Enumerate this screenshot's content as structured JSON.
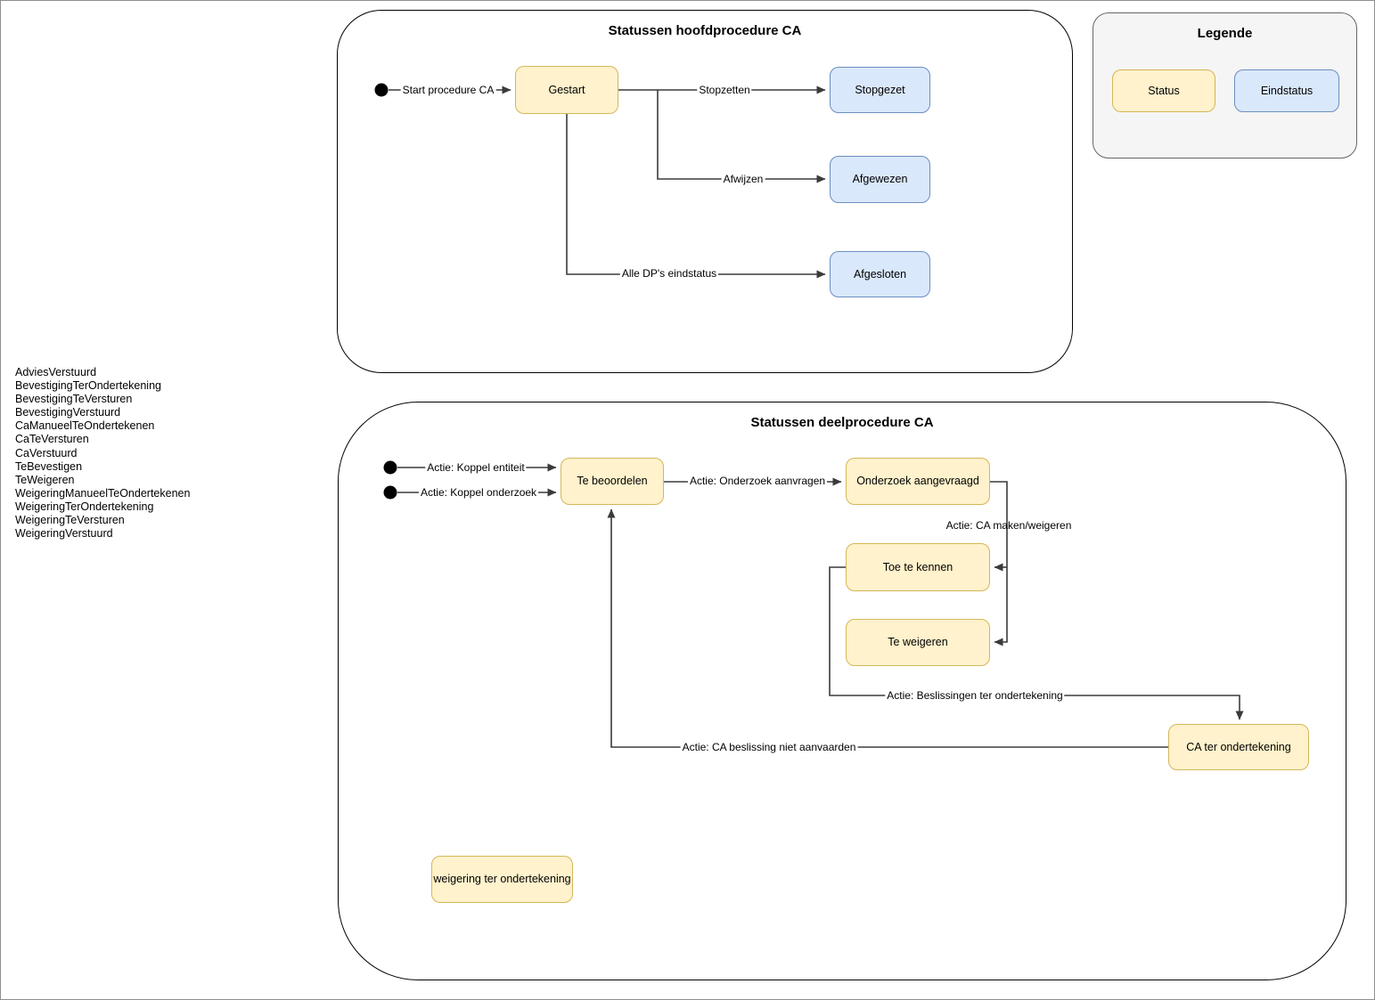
{
  "colors": {
    "status_fill": "#FFF2CC",
    "status_border": "#D6B656",
    "eindstatus_fill": "#DAE8FC",
    "eindstatus_border": "#6C8EBF",
    "legend_background": "#F5F5F5",
    "edge_color": "#3B3B3B"
  },
  "status_list": {
    "items": [
      "AdviesVerstuurd",
      "BevestigingTerOndertekening",
      "BevestigingTeVersturen",
      "BevestigingVerstuurd",
      "CaManueelTeOndertekenen",
      "CaTeVersturen",
      "CaVerstuurd",
      "TeBevestigen",
      "TeWeigeren",
      "WeigeringManueelTeOndertekenen",
      "WeigeringTerOndertekening",
      "WeigeringTeVersturen",
      "WeigeringVerstuurd"
    ]
  },
  "main_diagram": {
    "title": "Statussen hoofdprocedure CA",
    "nodes": [
      {
        "label": "Gestart",
        "type": "status"
      },
      {
        "label": "Stopgezet",
        "type": "eindstatus"
      },
      {
        "label": "Afgewezen",
        "type": "eindstatus"
      },
      {
        "label": "Afgesloten",
        "type": "eindstatus"
      }
    ],
    "edges": [
      {
        "label": "Start procedure CA"
      },
      {
        "label": "Stopzetten"
      },
      {
        "label": "Afwijzen"
      },
      {
        "label": "Alle DP's eindstatus"
      }
    ]
  },
  "sub_diagram": {
    "title": "Statussen deelprocedure CA",
    "nodes": [
      {
        "label": "Te beoordelen",
        "type": "status"
      },
      {
        "label": "Onderzoek aangevraagd",
        "type": "status"
      },
      {
        "label": "Toe te kennen",
        "type": "status"
      },
      {
        "label": "Te weigeren",
        "type": "status"
      },
      {
        "label": "CA ter ondertekening",
        "type": "status"
      },
      {
        "label": "weigering ter ondertekening",
        "type": "status"
      }
    ],
    "edges": [
      {
        "label": "Actie: Koppel entiteit"
      },
      {
        "label": "Actie: Koppel onderzoek"
      },
      {
        "label": "Actie: Onderzoek aanvragen"
      },
      {
        "label": "Actie: CA maken/weigeren"
      },
      {
        "label": "Actie: Beslissingen ter ondertekening"
      },
      {
        "label": "Actie: CA beslissing niet aanvaarden"
      }
    ]
  },
  "legend": {
    "title": "Legende",
    "items": [
      {
        "label": "Status",
        "type": "status"
      },
      {
        "label": "Eindstatus",
        "type": "eindstatus"
      }
    ]
  }
}
